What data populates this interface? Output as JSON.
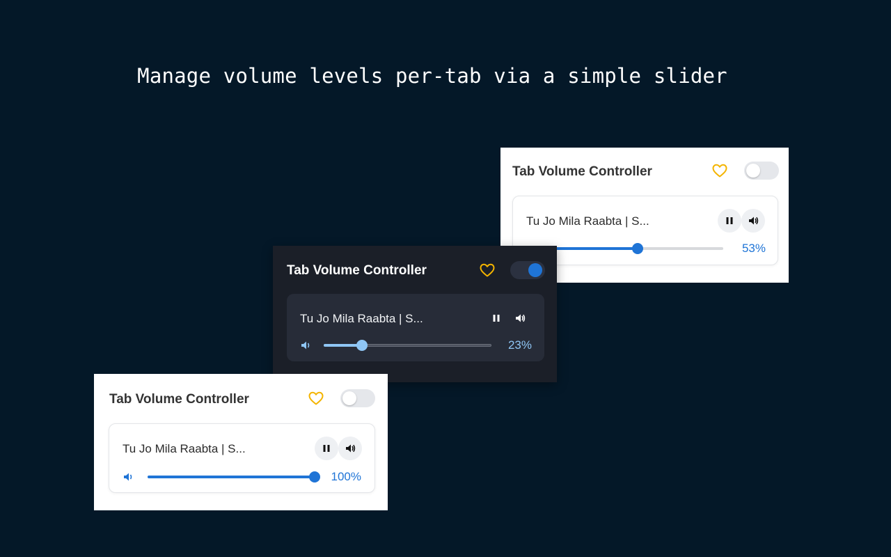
{
  "headline": "Manage volume levels per-tab via a simple slider",
  "colors": {
    "background": "#041828",
    "accent": "#1f74d6",
    "accent_dark_theme": "#8fc6f5",
    "heart": "#f4b400"
  },
  "icons": {
    "favorite": "heart-icon",
    "pause": "pause-icon",
    "mute": "speaker-icon",
    "volume": "volume-icon"
  },
  "panels": [
    {
      "theme": "light",
      "title": "Tab Volume Controller",
      "toggle_on": false,
      "tab": {
        "title": "Tu Jo Mila Raabta | S...",
        "volume": 53,
        "volume_label": "53%"
      }
    },
    {
      "theme": "dark",
      "title": "Tab Volume Controller",
      "toggle_on": true,
      "tab": {
        "title": "Tu Jo Mila Raabta | S...",
        "volume": 23,
        "volume_label": "23%"
      }
    },
    {
      "theme": "light",
      "title": "Tab Volume Controller",
      "toggle_on": false,
      "tab": {
        "title": "Tu Jo Mila Raabta | S...",
        "volume": 100,
        "volume_label": "100%"
      }
    }
  ]
}
